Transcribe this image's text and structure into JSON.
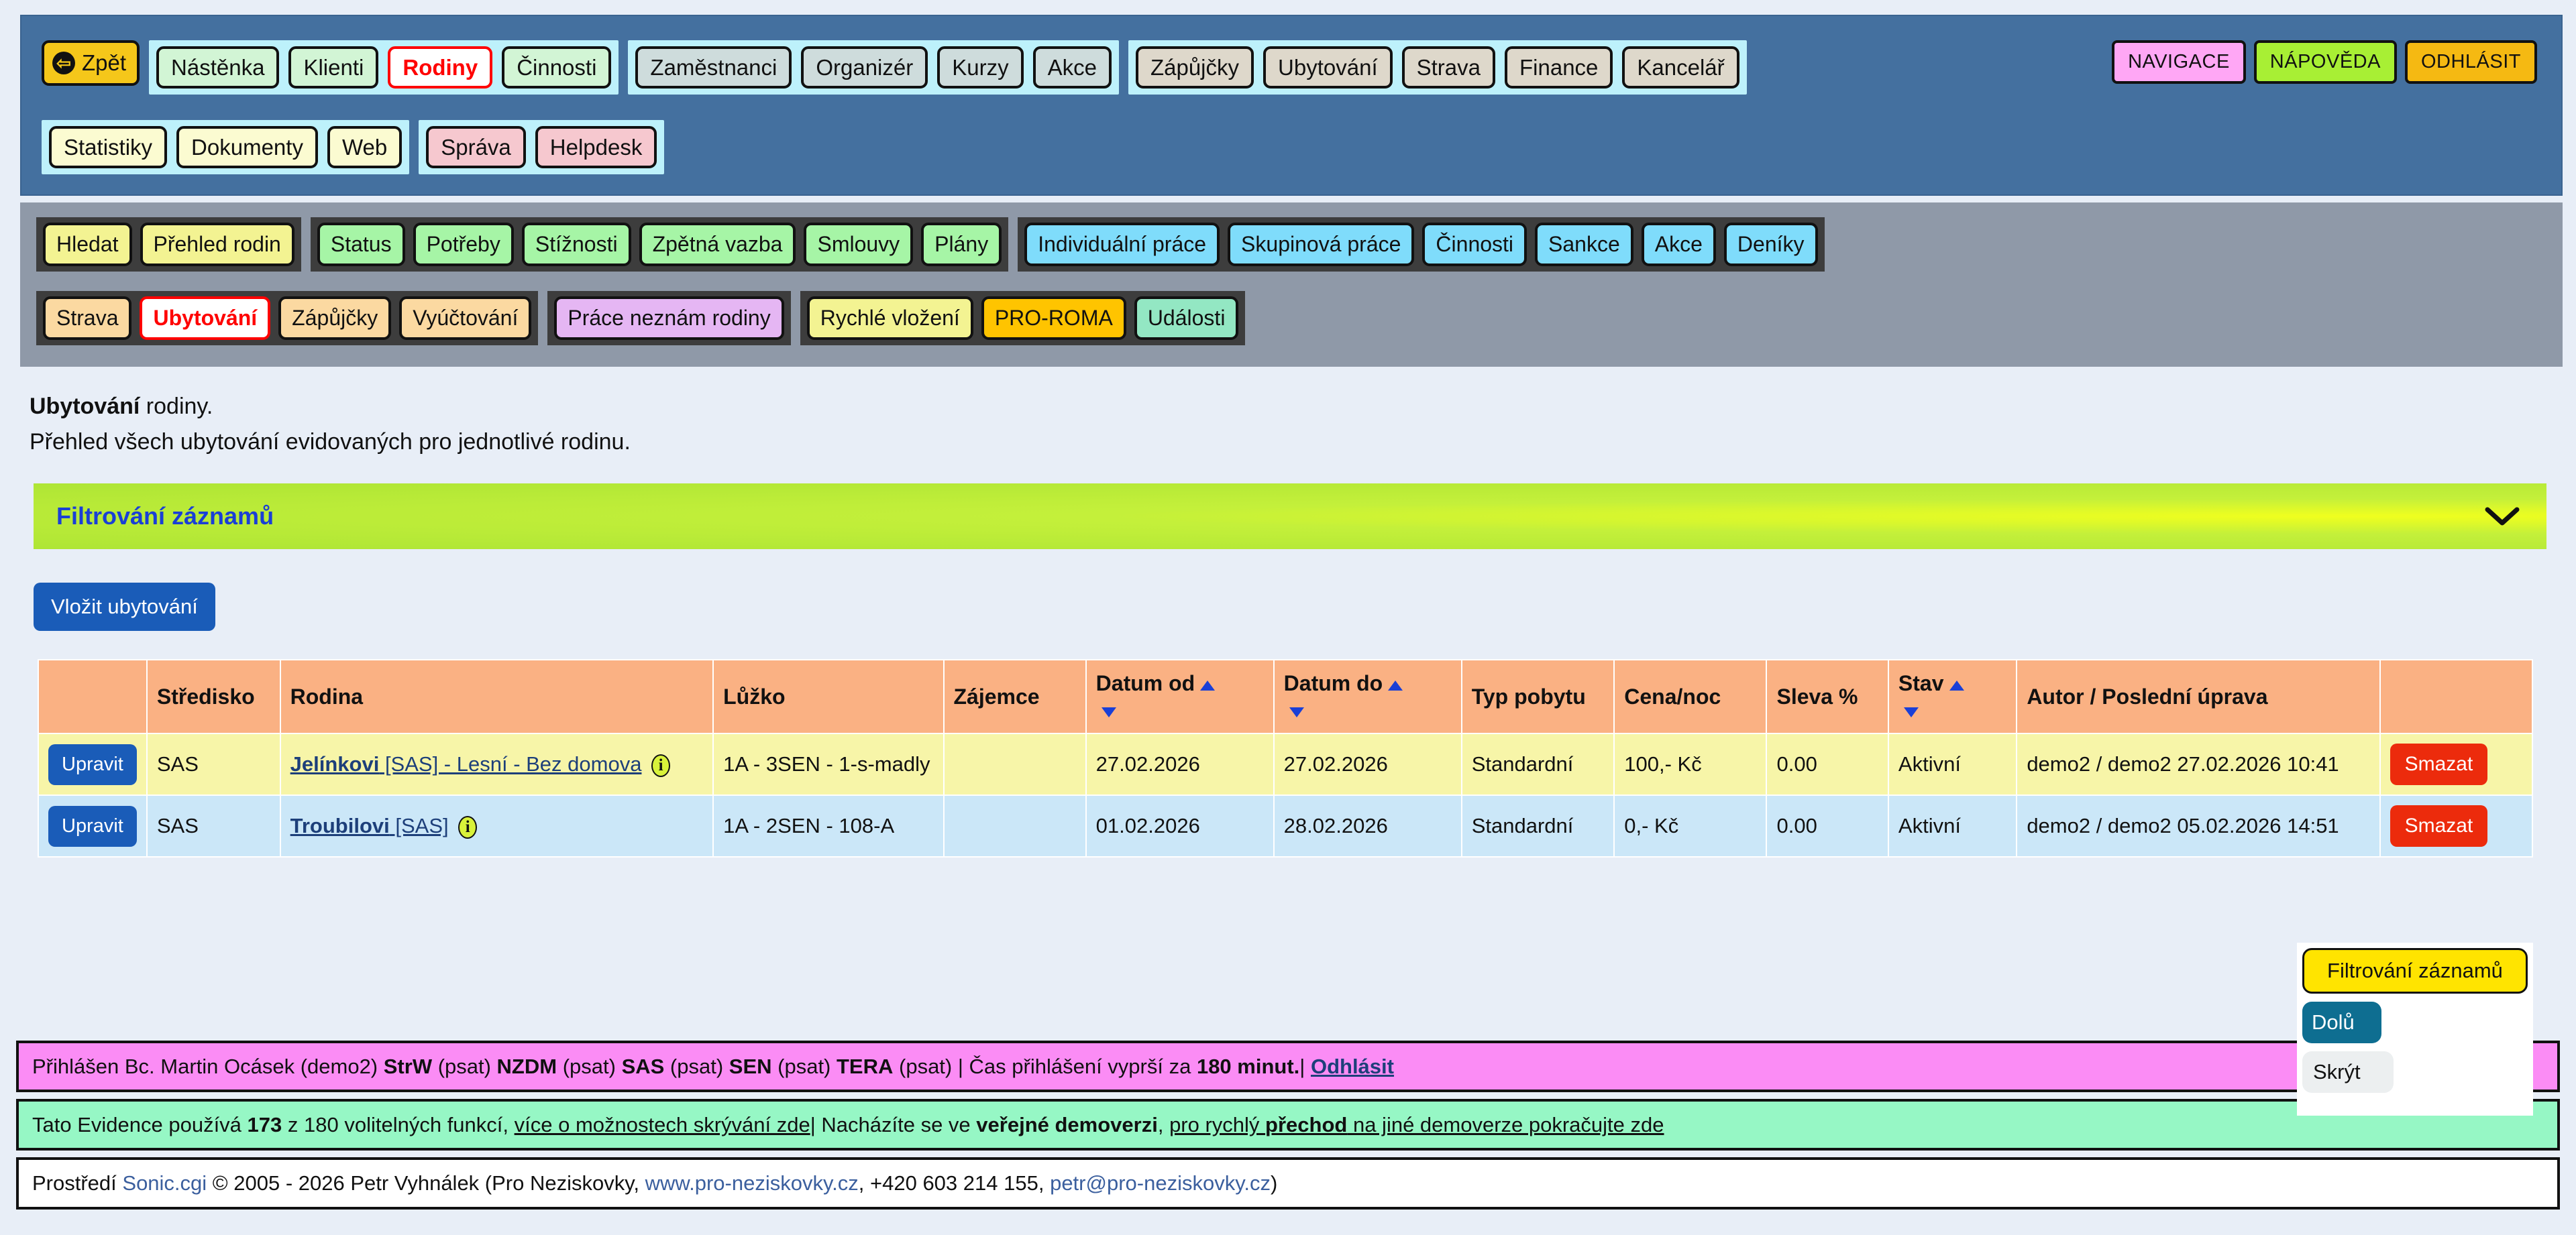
{
  "topnav": {
    "back_label": "Zpět",
    "group1": [
      {
        "label": "Nástěnka",
        "style": "green"
      },
      {
        "label": "Klienti",
        "style": "green"
      },
      {
        "label": "Rodiny",
        "style": "active"
      },
      {
        "label": "Činnosti",
        "style": "green"
      }
    ],
    "group2": [
      {
        "label": "Zaměstnanci",
        "style": "greyish"
      },
      {
        "label": "Organizér",
        "style": "greyish"
      },
      {
        "label": "Kurzy",
        "style": "greyish"
      },
      {
        "label": "Akce",
        "style": "greyish"
      }
    ],
    "group3": [
      {
        "label": "Zápůjčky",
        "style": "beige"
      },
      {
        "label": "Ubytování",
        "style": "beige"
      },
      {
        "label": "Strava",
        "style": "beige"
      },
      {
        "label": "Finance",
        "style": "beige"
      },
      {
        "label": "Kancelář",
        "style": "beige"
      }
    ],
    "group4": [
      {
        "label": "Statistiky",
        "style": "cream"
      },
      {
        "label": "Dokumenty",
        "style": "cream"
      },
      {
        "label": "Web",
        "style": "cream"
      }
    ],
    "group5": [
      {
        "label": "Správa",
        "style": "pink"
      },
      {
        "label": "Helpdesk",
        "style": "pink"
      }
    ],
    "right": [
      {
        "label": "NAVIGACE",
        "style": "navig"
      },
      {
        "label": "NÁPOVĚDA",
        "style": "help"
      },
      {
        "label": "ODHLÁSIT",
        "style": "logout"
      }
    ]
  },
  "subnav": {
    "row1_group1": [
      {
        "label": "Hledat",
        "style": "yellow"
      },
      {
        "label": "Přehled rodin",
        "style": "yellow"
      }
    ],
    "row1_group2": [
      {
        "label": "Status",
        "style": "mint"
      },
      {
        "label": "Potřeby",
        "style": "mint"
      },
      {
        "label": "Stížnosti",
        "style": "mint"
      },
      {
        "label": "Zpětná vazba",
        "style": "mint"
      },
      {
        "label": "Smlouvy",
        "style": "mint"
      },
      {
        "label": "Plány",
        "style": "mint"
      }
    ],
    "row1_group3": [
      {
        "label": "Individuální práce",
        "style": "cyan"
      },
      {
        "label": "Skupinová práce",
        "style": "cyan"
      },
      {
        "label": "Činnosti",
        "style": "cyan"
      },
      {
        "label": "Sankce",
        "style": "cyan"
      },
      {
        "label": "Akce",
        "style": "cyan"
      },
      {
        "label": "Deníky",
        "style": "cyan"
      }
    ],
    "row2_group1": [
      {
        "label": "Strava",
        "style": "peach"
      },
      {
        "label": "Ubytování",
        "style": "active"
      },
      {
        "label": "Zápůjčky",
        "style": "peach"
      },
      {
        "label": "Vyúčtování",
        "style": "peach"
      }
    ],
    "row2_group2": [
      {
        "label": "Práce neznám rodiny",
        "style": "violet"
      }
    ],
    "row2_group3": [
      {
        "label": "Rychlé vložení",
        "style": "yellow"
      },
      {
        "label": "PRO-ROMA",
        "style": "gold"
      },
      {
        "label": "Události",
        "style": "teal"
      }
    ]
  },
  "content": {
    "lead_bold": "Ubytování",
    "lead_rest": " rodiny.",
    "lead_sub": "Přehled všech ubytování evidovaných pro jednotlivé rodinu.",
    "filter_title": "Filtrování záznamů",
    "insert_label": "Vložit ubytování"
  },
  "table": {
    "headers": [
      {
        "label": "",
        "sort": "none"
      },
      {
        "label": "Středisko",
        "sort": "none"
      },
      {
        "label": "Rodina",
        "sort": "none"
      },
      {
        "label": "Lůžko",
        "sort": "none"
      },
      {
        "label": "Zájemce",
        "sort": "none"
      },
      {
        "label": "Datum od",
        "sort": "both"
      },
      {
        "label": "Datum do",
        "sort": "both"
      },
      {
        "label": "Typ pobytu",
        "sort": "none"
      },
      {
        "label": "Cena/noc",
        "sort": "none"
      },
      {
        "label": "Sleva %",
        "sort": "none"
      },
      {
        "label": "Stav",
        "sort": "both"
      },
      {
        "label": "Autor / Poslední úprava",
        "sort": "none"
      },
      {
        "label": "",
        "sort": "none"
      }
    ],
    "edit_label": "Upravit",
    "delete_label": "Smazat",
    "rows": [
      {
        "stredisko": "SAS",
        "rodina_name": "Jelínkovi",
        "rodina_rest": " [SAS] - Lesní - Bez domova",
        "luzko": "1A - 3SEN - 1-s-madly",
        "zajemce": "",
        "datum_od": "27.02.2026",
        "datum_do": "27.02.2026",
        "typ": "Standardní",
        "cena": "100,- Kč",
        "sleva": "0.00",
        "stav": "Aktivní",
        "autor": "demo2 / demo2 27.02.2026 10:41"
      },
      {
        "stredisko": "SAS",
        "rodina_name": "Troubilovi",
        "rodina_rest": " [SAS]",
        "luzko": "1A - 2SEN - 108-A",
        "zajemce": "",
        "datum_od": "01.02.2026",
        "datum_do": "28.02.2026",
        "typ": "Standardní",
        "cena": "0,- Kč",
        "sleva": "0.00",
        "stav": "Aktivní",
        "autor": "demo2 / demo2 05.02.2026 14:51"
      }
    ]
  },
  "popup": {
    "title": "Filtrování záznamů",
    "down_label": "Dolů",
    "hide_label": "Skrýt"
  },
  "footer": {
    "login_prefix": "Přihlášen Bc. Martin Ocásek (demo2) ",
    "roles": [
      {
        "code": "StrW",
        "perm": " (psat) "
      },
      {
        "code": "NZDM",
        "perm": " (psat) "
      },
      {
        "code": "SAS",
        "perm": " (psat) "
      },
      {
        "code": "SEN",
        "perm": " (psat) "
      },
      {
        "code": "TERA",
        "perm": " (psat) "
      }
    ],
    "sep": "| ",
    "session_pre": "Čas přihlášení vyprší za ",
    "session_time": "180 minut.",
    "logout_link": "Odhlásit",
    "demo_pre": "Tato Evidence používá ",
    "demo_count": "173",
    "demo_mid": " z 180 volitelných funkcí, ",
    "demo_link1": "více o možnostech skrývání zde",
    "demo_mid2": "Nacházíte se ve ",
    "demo_bold": "veřejné demoverzi",
    "demo_mid3": ", ",
    "demo_link2a": "pro rychlý ",
    "demo_link2b": "přechod",
    "demo_link2c": " na jiné demoverze pokračujte zde",
    "copy_pre": "Prostředí ",
    "copy_sonic": "Sonic.cgi",
    "copy_mid": " © 2005 - 2026 Petr Vyhnálek (Pro Neziskovky, ",
    "copy_web": "www.pro-neziskovky.cz",
    "copy_phone": ", +420 603 214 155, ",
    "copy_mail": "petr@pro-neziskovky.cz",
    "copy_end": ")"
  }
}
